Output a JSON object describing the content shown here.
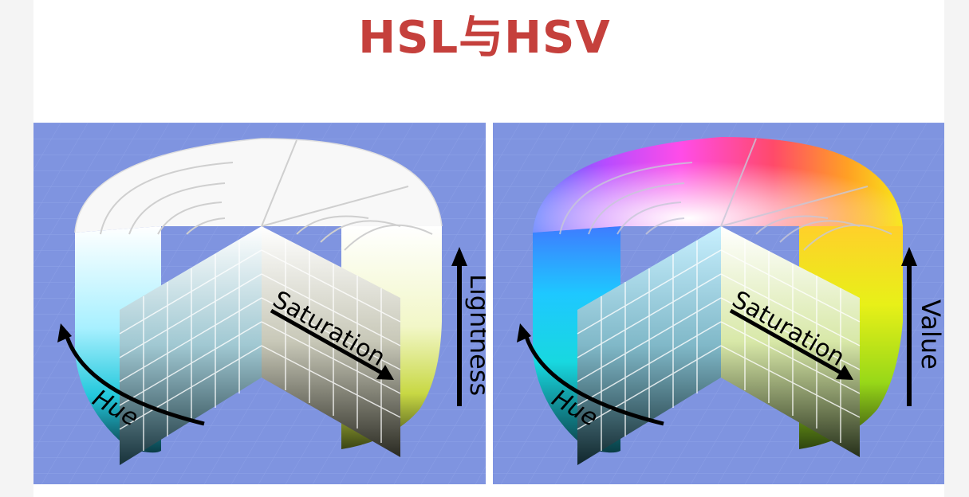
{
  "title": "HSL与HSV",
  "panels": [
    {
      "name": "hsl",
      "labels": {
        "hue": "Hue",
        "saturation": "Saturation",
        "vertical": "Lightness"
      }
    },
    {
      "name": "hsv",
      "labels": {
        "hue": "Hue",
        "saturation": "Saturation",
        "vertical": "Value"
      }
    }
  ],
  "colors": {
    "title": "#c5403c",
    "background": "#7f94e0",
    "grid": "#93a6ea"
  }
}
